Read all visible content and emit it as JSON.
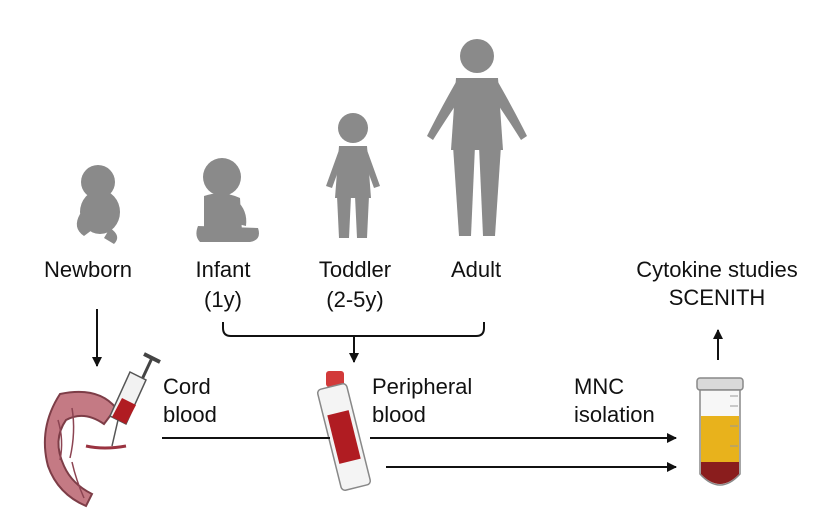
{
  "colors": {
    "silhouette": "#8a8a8a",
    "line": "#111111",
    "placenta": "#c47a84",
    "blood": "#b01c22",
    "serum": "#e8b21c"
  },
  "icons": [
    "fetus-icon",
    "infant-icon",
    "toddler-icon",
    "adult-icon",
    "placenta-icon",
    "syringe-icon",
    "blood-tube-icon",
    "centrifuge-tube-icon"
  ],
  "ages": {
    "newborn": "Newborn",
    "infant": "Infant",
    "infant_age": "(1y)",
    "toddler": "Toddler",
    "toddler_age": "(2-5y)",
    "adult": "Adult"
  },
  "sources": {
    "cord_line1": "Cord",
    "cord_line2": "blood",
    "peripheral_line1": "Peripheral",
    "peripheral_line2": "blood"
  },
  "process": {
    "mnc_line1": "MNC",
    "mnc_line2": "isolation"
  },
  "outcome": {
    "line1": "Cytokine studies",
    "line2": "SCENITH"
  }
}
